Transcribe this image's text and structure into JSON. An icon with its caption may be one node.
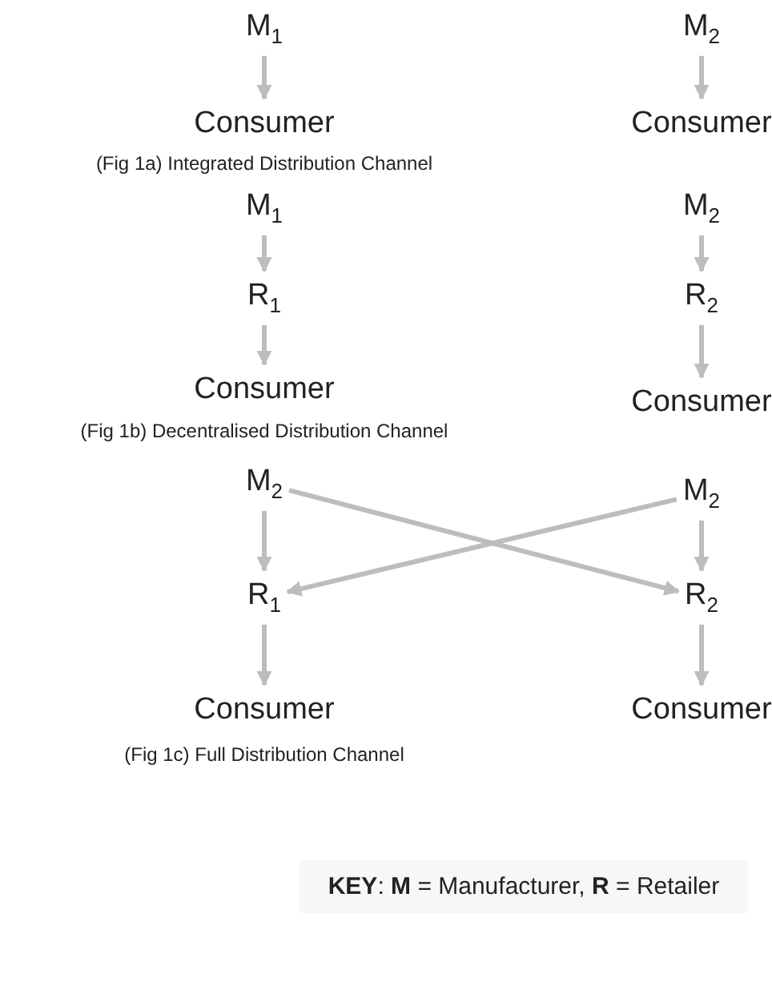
{
  "diagram": {
    "nodes": [
      {
        "text": [
          "M$_{1}$"
        ]
      },
      {
        "text": [
          "Consumer"
        ]
      },
      {
        "text": [
          "M$_{2}$"
        ]
      },
      {
        "text": [
          "Consumer"
        ]
      },
      {
        "text": [
          "M$_{1}$"
        ]
      },
      {
        "text": [
          "R$_{1}$"
        ]
      },
      {
        "text": [
          "Consumer"
        ]
      },
      {
        "text": [
          "M$_{2}$"
        ]
      },
      {
        "text": [
          "R$_{2}$"
        ]
      },
      {
        "text": [
          "Consumer"
        ]
      },
      {
        "text": [
          "M$_{2}$"
        ]
      },
      {
        "text": [
          "R$_{1}$"
        ]
      },
      {
        "text": [
          "Consumer"
        ]
      },
      {
        "text": [
          "M$_{2}$"
        ]
      },
      {
        "text": [
          "R$_{2}$"
        ]
      },
      {
        "text": [
          "Consumer"
        ]
      }
    ],
    "edges": [
      {
        "from": 0,
        "to": 1,
        "arrow": "to"
      },
      {
        "from": 2,
        "to": 3,
        "arrow": "to"
      },
      {
        "from": 4,
        "to": 5,
        "arrow": "to"
      },
      {
        "from": 5,
        "to": 6,
        "arrow": "to"
      },
      {
        "from": 7,
        "to": 8,
        "arrow": "to"
      },
      {
        "from": 8,
        "to": 9,
        "arrow": "to"
      },
      {
        "from": 10,
        "to": 11,
        "arrow": "to"
      },
      {
        "from": 11,
        "to": 12,
        "arrow": "to"
      },
      {
        "from": 13,
        "to": 14,
        "arrow": "to"
      },
      {
        "from": 14,
        "to": 15,
        "arrow": "to"
      },
      {
        "from": 10,
        "to": 14,
        "arrow": "to"
      },
      {
        "from": 13,
        "to": 11,
        "arrow": "to"
      }
    ],
    "labels": [
      "(Fig 1a) Integrated Distribution Channel",
      "(Fig 1b) Decentralised Distribution Channel",
      "(Fig 1c) Full Distribution Channel",
      "**KEY**: **M** = Manufacturer, **R** = Retailer"
    ]
  }
}
